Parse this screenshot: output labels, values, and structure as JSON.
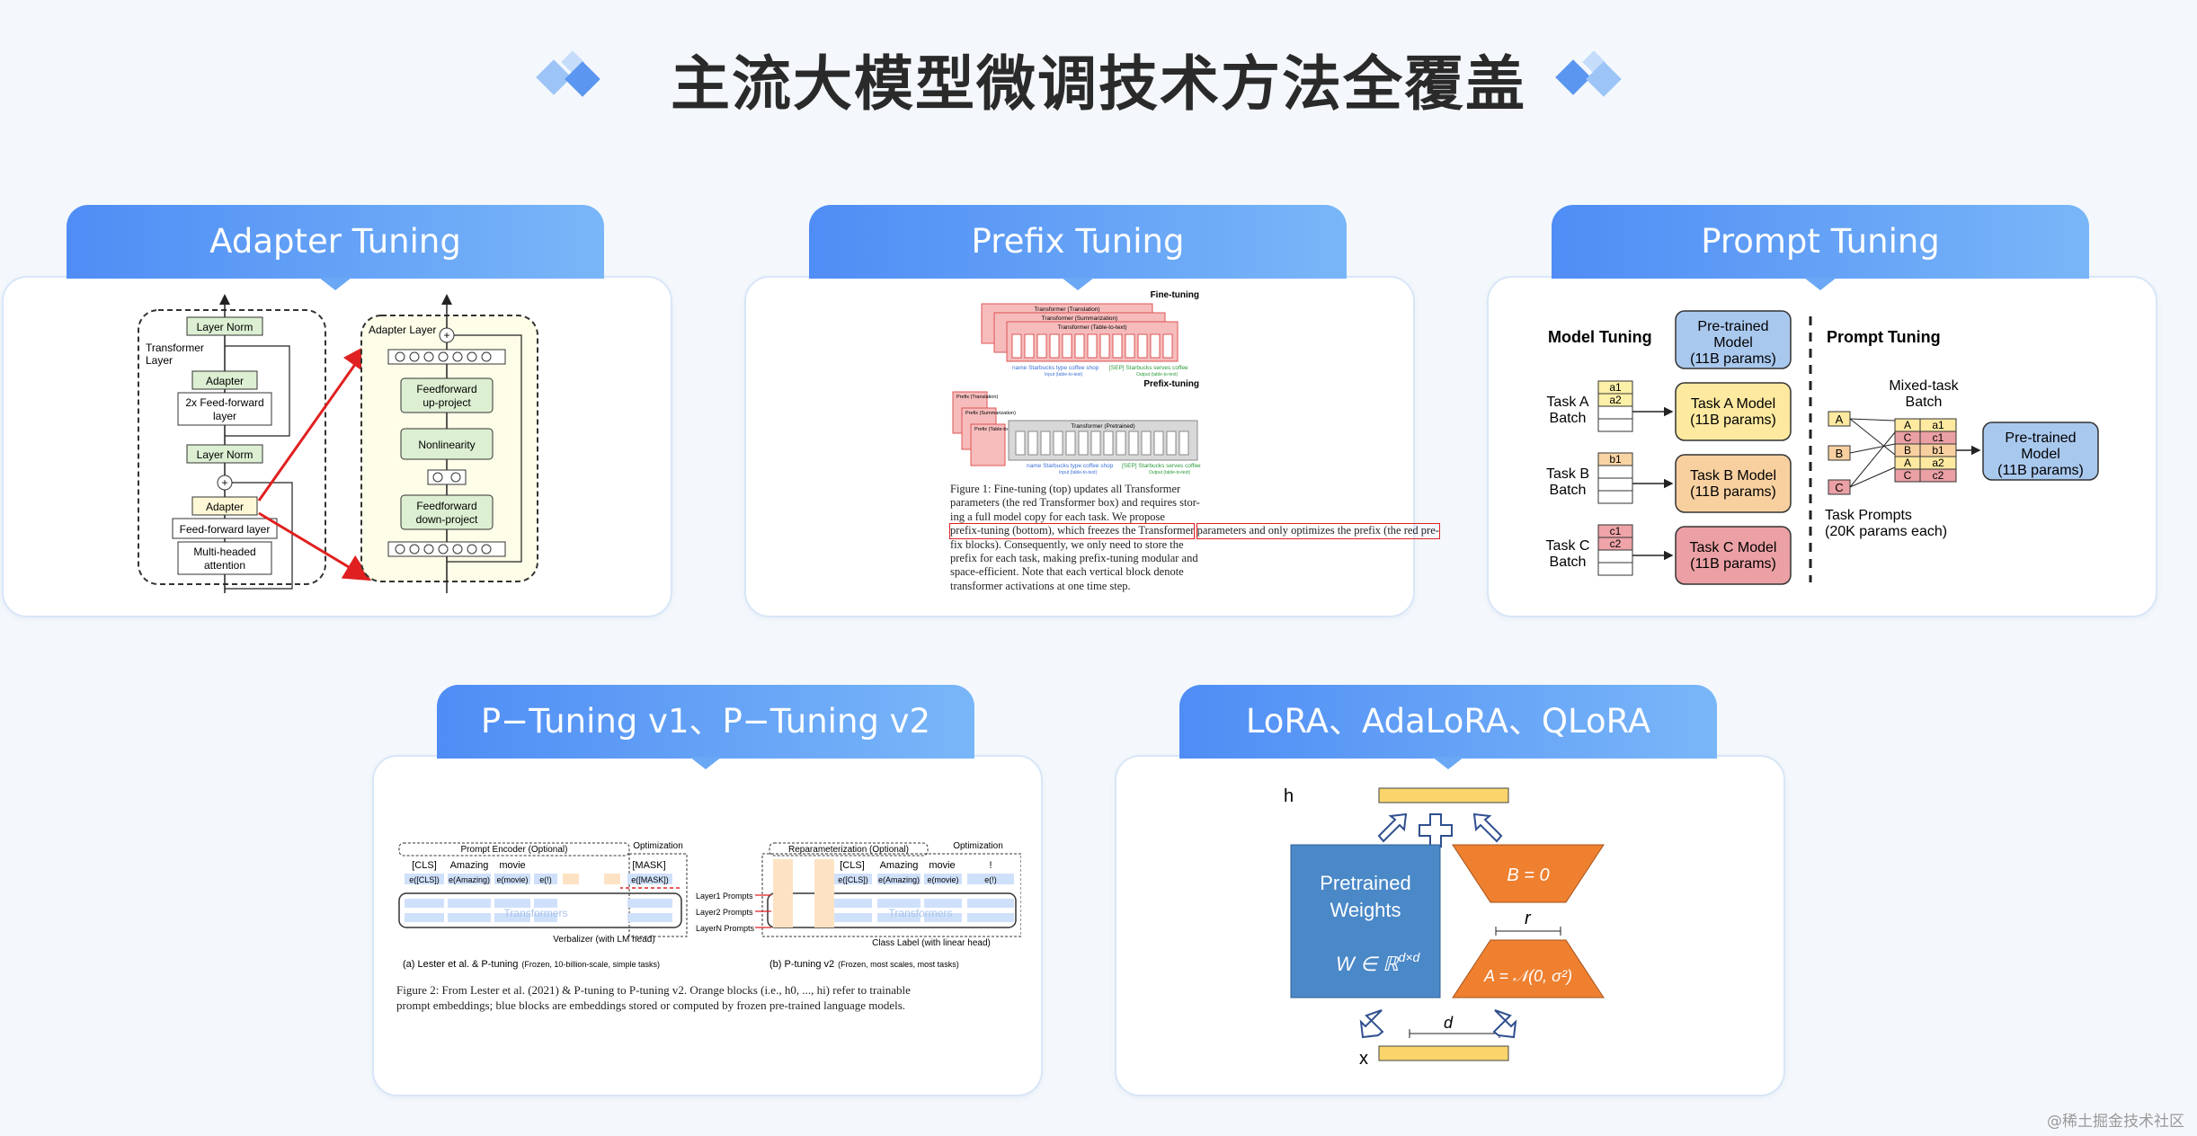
{
  "title": "主流大模型微调技术方法全覆盖",
  "watermark": "@稀土掘金技术社区",
  "colors": {
    "tab_start": "#4f8df5",
    "tab_end": "#79b6f8",
    "background": "#f4f8fc"
  },
  "cards": {
    "adapter": {
      "tab": "Adapter Tuning",
      "transformer_layer": "Transformer Layer",
      "layer_norm": "Layer Norm",
      "adapter": "Adapter",
      "ff2x_1": "2x Feed-forward",
      "ff2x_2": "layer",
      "ff_layer": "Feed-forward layer",
      "mha_1": "Multi-headed",
      "mha_2": "attention",
      "adapter_layer": "Adapter Layer",
      "ff_up_1": "Feedforward",
      "ff_up_2": "up-project",
      "nonlinearity": "Nonlinearity",
      "ff_down_1": "Feedforward",
      "ff_down_2": "down-project",
      "plus": "+"
    },
    "prefix": {
      "tab": "Prefix Tuning",
      "fine_tuning": "Fine-tuning",
      "prefix_tuning": "Prefix-tuning",
      "t_translation": "Transformer (Translation)",
      "t_summarization": "Transformer (Summarization)",
      "t_table": "Transformer (Table-to-text)",
      "t_pretrained": "Transformer (Pretrained)",
      "p_translation": "Prefix (Translation)",
      "p_summarization": "Prefix (Summarization)",
      "p_table": "Prefix (Table-to-text)",
      "tokens_in": "name Starbucks type coffee shop",
      "tokens_out": "[SEP] Starbucks serves coffee",
      "input_label": "Input (table-to-text)",
      "output_label": "Output (table-to-text)",
      "caption": [
        "Figure 1:   Fine-tuning (top) updates all Transformer",
        "parameters (the red Transformer box) and requires stor-",
        "ing a full model copy for each task.   We propose",
        "prefix-tuning (bottom), which freezes the Transformer",
        "parameters and only optimizes the prefix (the red pre-",
        "fix blocks). Consequently, we only need to store the",
        "prefix for each task, making prefix-tuning modular and",
        "space-efficient.  Note that each vertical block denote",
        "transformer activations at one time step."
      ]
    },
    "prompt": {
      "tab": "Prompt Tuning",
      "model_tuning": "Model Tuning",
      "prompt_tuning": "Prompt Tuning",
      "pretrained_1": "Pre-trained",
      "pretrained_2": "Model",
      "pretrained_3": "(11B params)",
      "task_a_batch": [
        "Task A",
        "Batch"
      ],
      "task_b_batch": [
        "Task B",
        "Batch"
      ],
      "task_c_batch": [
        "Task C",
        "Batch"
      ],
      "task_a_model": [
        "Task A Model",
        "(11B params)"
      ],
      "task_b_model": [
        "Task B Model",
        "(11B params)"
      ],
      "task_c_model": [
        "Task C Model",
        "(11B params)"
      ],
      "a_rows": [
        "a1",
        "a2"
      ],
      "b_rows": [
        "b1"
      ],
      "c_rows": [
        "c1",
        "c2"
      ],
      "mixed_1": "Mixed-task",
      "mixed_2": "Batch",
      "prompt_letters": [
        "A",
        "B",
        "C"
      ],
      "mixed_rows": [
        [
          "A",
          "a1"
        ],
        [
          "C",
          "c1"
        ],
        [
          "B",
          "b1"
        ],
        [
          "A",
          "a2"
        ],
        [
          "C",
          "c2"
        ]
      ],
      "task_prompts_1": "Task Prompts",
      "task_prompts_2": "(20K params each)"
    },
    "ptuning": {
      "tab": "P−Tuning v1、P−Tuning v2",
      "prompt_encoder": "Prompt Encoder (Optional)",
      "optimization": "Optimization",
      "reparam": "Reparameterization (Optional)",
      "tokens_a": [
        "[CLS]",
        "Amazing",
        "movie",
        "[MASK]"
      ],
      "embeds_a": [
        "e([CLS])",
        "e(Amazing)",
        "e(movie)",
        "e(!)",
        "e([MASK])"
      ],
      "tokens_b": [
        "[CLS]",
        "Amazing",
        "movie",
        "!"
      ],
      "embeds_b": [
        "e([CLS])",
        "e(Amazing)",
        "e(movie)",
        "e(!)"
      ],
      "transformers": "Transformers",
      "verbalizer": "Verbalizer (with LM head)",
      "class_label": "Class Label (with linear head)",
      "layer_prompts": [
        "Layer1 Prompts",
        "Layer2 Prompts",
        "LayerN Prompts"
      ],
      "caption_a_main": "(a) Lester et al. & P-tuning",
      "caption_a_small": "(Frozen, 10-billion-scale, simple tasks)",
      "caption_b_main": "(b) P-tuning v2",
      "caption_b_small": "(Frozen, most scales, most tasks)",
      "figure_caption": [
        "Figure 2: From Lester et al. (2021) & P-tuning to P-tuning v2.  Orange blocks (i.e., h0, ..., hi) refer to trainable",
        "prompt embeddings; blue blocks are embeddings stored or computed by frozen pre-trained language models."
      ]
    },
    "lora": {
      "tab": "LoRA、AdaLoRA、QLoRA",
      "h": "h",
      "x": "x",
      "pretrained_1": "Pretrained",
      "pretrained_2": "Weights",
      "w_formula": "W ∈ ℝ",
      "w_sup": "d×d",
      "b_formula": "B = 0",
      "a_formula": "A = 𝒩(0, σ²)",
      "r": "r",
      "d": "d"
    }
  }
}
